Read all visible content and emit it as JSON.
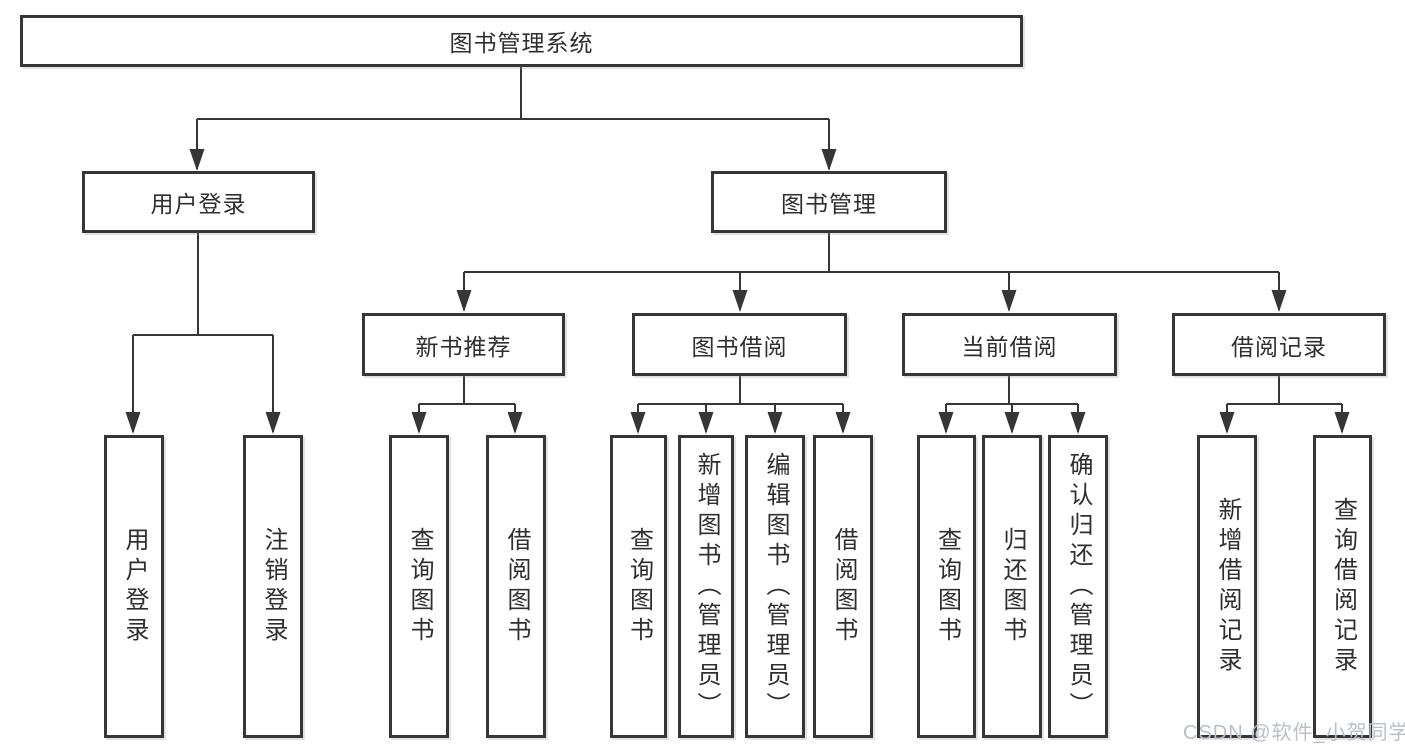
{
  "diagram": {
    "nodes": {
      "root": "图书管理系统",
      "user_login": "用户登录",
      "book_mgmt": "图书管理",
      "new_books": "新书推荐",
      "book_borrow": "图书借阅",
      "current_borrow": "当前借阅",
      "borrow_records": "借阅记录",
      "leaves": {
        "login": [
          "用户登录",
          "注销登录"
        ],
        "newbooks": [
          "查询图书",
          "借阅图书"
        ],
        "borrow": [
          "查询图书",
          "新增图书（管理员）",
          "编辑图书（管理员）",
          "借阅图书"
        ],
        "current": [
          "查询图书",
          "归还图书",
          "确认归还（管理员）"
        ],
        "records": [
          "新增借阅记录",
          "查询借阅记录"
        ]
      }
    }
  },
  "watermark": "CSDN @软件_小贺同学",
  "colors": {
    "ink": "#363636",
    "text": "#2f2f2f",
    "watermark": "#b9bfca",
    "background": "#ffffff"
  }
}
